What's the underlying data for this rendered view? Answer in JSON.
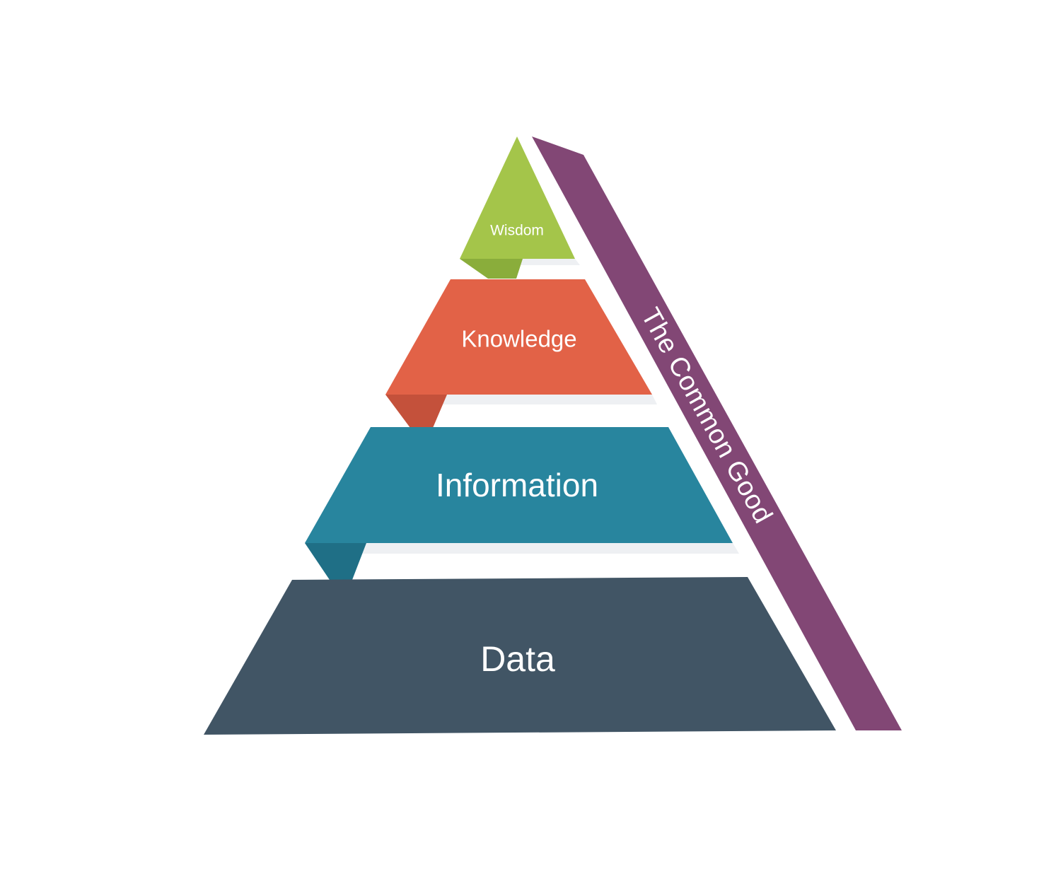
{
  "diagram": {
    "tiers": [
      {
        "id": "wisdom",
        "label": "Wisdom",
        "color": "#a4c54a",
        "fold_color": "#8aad3b"
      },
      {
        "id": "knowledge",
        "label": "Knowledge",
        "color": "#e26247",
        "fold_color": "#c4513b"
      },
      {
        "id": "information",
        "label": "Information",
        "color": "#28859e",
        "fold_color": "#1f6f86"
      },
      {
        "id": "data",
        "label": "Data",
        "color": "#415565"
      }
    ],
    "band": {
      "label": "The Common Good",
      "color": "#824775"
    },
    "shadow_color": "#eef0f3"
  }
}
